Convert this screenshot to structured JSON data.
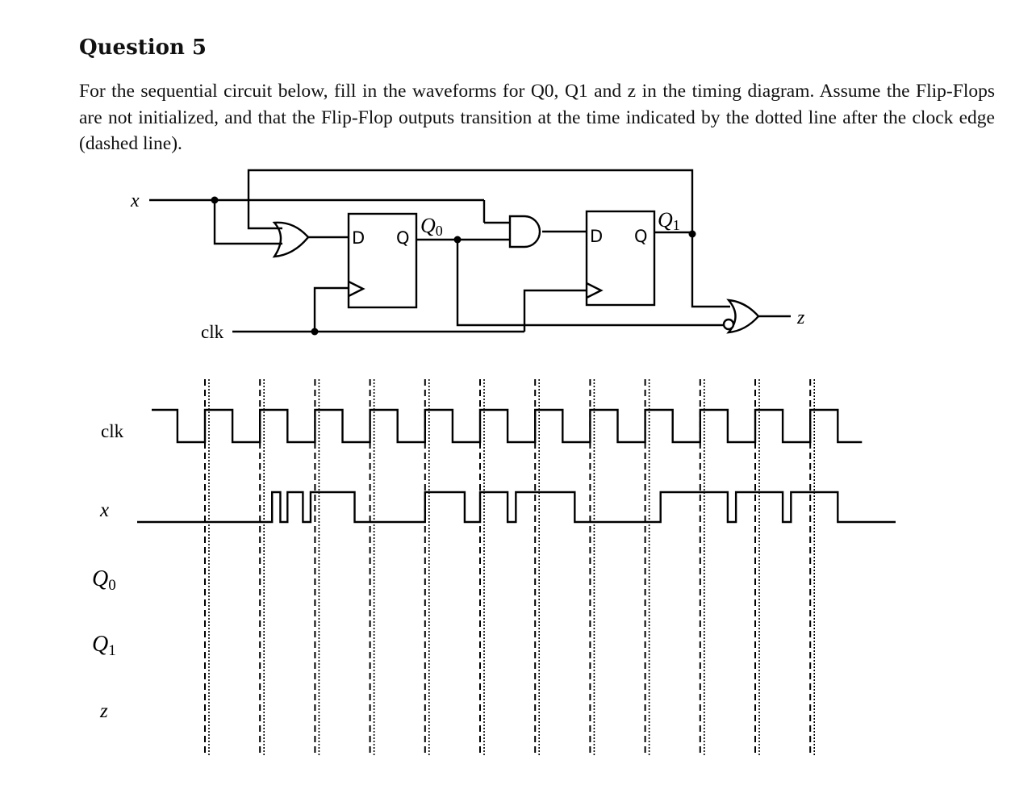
{
  "question": {
    "title": "Question 5",
    "instructions": "For the sequential circuit below, fill in the waveforms for Q0, Q1 and z in the timing diagram. Assume the Flip-Flops are not initialized, and that the Flip-Flop outputs transition at the time indicated by the dotted line after the clock edge (dashed line)."
  },
  "circuit": {
    "input_x_label": "x",
    "clk_label": "clk",
    "output_label": "z",
    "ff0": {
      "d_label": "D",
      "q_label": "Q",
      "output_name": "Q",
      "output_sub": "0"
    },
    "ff1": {
      "d_label": "D",
      "q_label": "Q",
      "output_name": "Q",
      "output_sub": "1"
    }
  },
  "timing": {
    "row_labels": {
      "clk": "clk",
      "x": "x",
      "q0": {
        "base": "Q",
        "sub": "0"
      },
      "q1": {
        "base": "Q",
        "sub": "1"
      },
      "z": "z"
    },
    "clock_cycles": 12,
    "clk_initial_level": 1,
    "x_waveform_low_high": [
      [
        0,
        0
      ],
      [
        1.22,
        1
      ],
      [
        1.37,
        0
      ],
      [
        1.5,
        1
      ],
      [
        1.78,
        0
      ],
      [
        1.92,
        1
      ],
      [
        2.72,
        0
      ],
      [
        4.0,
        1
      ],
      [
        4.72,
        0
      ],
      [
        5.0,
        1
      ],
      [
        5.5,
        0
      ],
      [
        5.65,
        1
      ],
      [
        6.0,
        1
      ],
      [
        6.72,
        0
      ],
      [
        8.28,
        1
      ],
      [
        9.5,
        0
      ],
      [
        9.65,
        1
      ],
      [
        10.0,
        1
      ],
      [
        10.5,
        0
      ],
      [
        10.65,
        1
      ],
      [
        11.0,
        1
      ],
      [
        11.5,
        0
      ]
    ]
  }
}
